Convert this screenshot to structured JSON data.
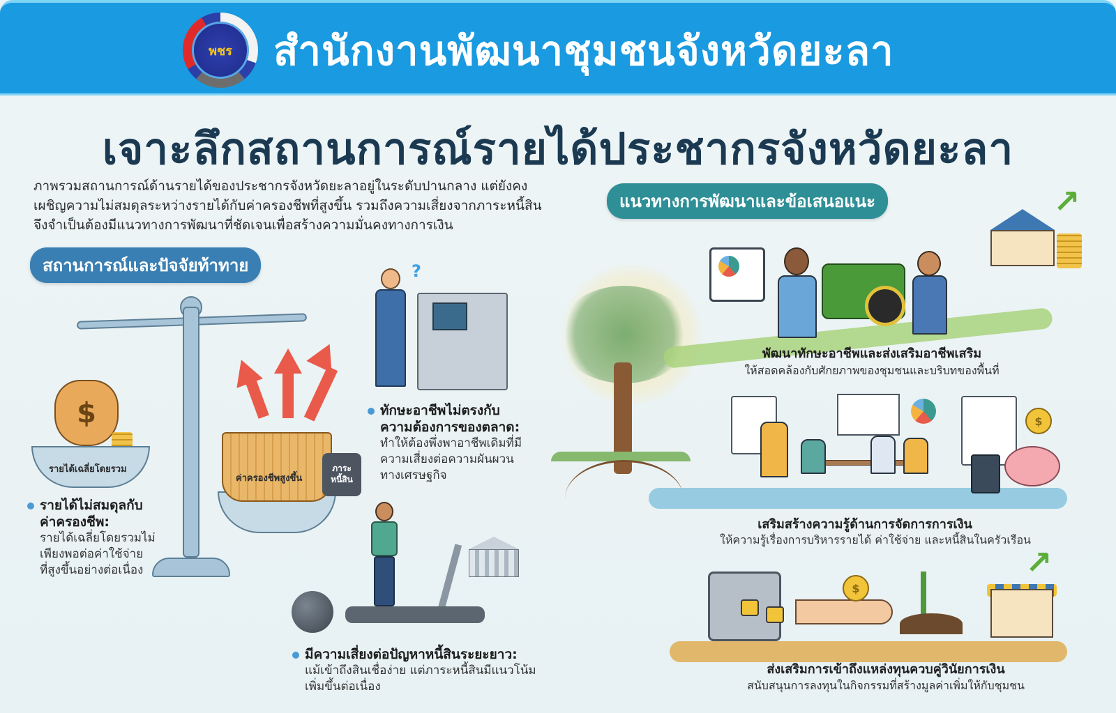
{
  "header": {
    "logo_text": "พชร",
    "title": "สำนักงานพัฒนาชุมชนจังหวัดยะลา",
    "background_color": "#1a9ae0"
  },
  "main_title": "เจาะลึกสถานการณ์รายได้ประชากรจังหวัดยะลา",
  "intro": {
    "lines": [
      "ภาพรวมสถานการณ์ด้านรายได้ของประชากรจังหวัดยะลาอยู่ในระดับปานกลาง แต่ยังคง",
      "เผชิญความไม่สมดุลระหว่างรายได้กับค่าครองชีพที่สูงขึ้น รวมถึงความเสี่ยงจากภาระหนี้สิน",
      "จึงจำเป็นต้องมีแนวทางการพัฒนาที่ชัดเจนเพื่อสร้างความมั่นคงทางการเงิน"
    ]
  },
  "left_section": {
    "heading": "สถานการณ์และปัจจัยท้าทาย",
    "heading_color": "#3a7fb3",
    "illustration_labels": {
      "income_pan": "รายได้เฉลี่ยโดยรวม",
      "cost_basket": "ค่าครองชีพสูงขึ้น",
      "debt_weight_line1": "ภาระ",
      "debt_weight_line2": "หนี้สิน",
      "question_mark": "?",
      "money_symbol": "$"
    },
    "challenges": [
      {
        "title_lines": [
          "รายได้ไม่สมดุลกับ",
          "ค่าครองชีพ:"
        ],
        "text_lines": [
          "รายได้เฉลี่ยโดยรวมไม่",
          "เพียงพอต่อค่าใช้จ่าย",
          "ที่สูงขึ้นอย่างต่อเนื่อง"
        ]
      },
      {
        "title_lines": [
          "ทักษะอาชีพไม่ตรงกับ",
          "ความต้องการของตลาด:"
        ],
        "text_lines": [
          "ทำให้ต้องพึ่งพาอาชีพเดิมที่มี",
          "ความเสี่ยงต่อความผันผวน",
          "ทางเศรษฐกิจ"
        ]
      },
      {
        "title_lines": [
          "มีความเสี่ยงต่อปัญหาหนี้สินระยะยาว:"
        ],
        "text_lines": [
          "แม้เข้าถึงสินเชื่อง่าย แต่ภาระหนี้สินมีแนวโน้ม",
          "เพิ่มขึ้นต่อเนื่อง"
        ]
      }
    ]
  },
  "right_section": {
    "heading": "แนวทางการพัฒนาและข้อเสนอแนะ",
    "heading_color": "#2f8f96",
    "recommendations": [
      {
        "title": "พัฒนาทักษะอาชีพและส่งเสริมอาชีพเสริม",
        "text": "ให้สอดคล้องกับศักยภาพของชุมชนและบริบทของพื้นที่",
        "path_color": "#a9d27d"
      },
      {
        "title": "เสริมสร้างความรู้ด้านการจัดการการเงิน",
        "text": "ให้ความรู้เรื่องการบริหารรายได้ ค่าใช้จ่าย และหนี้สินในครัวเรือน",
        "path_color": "#8dc6df"
      },
      {
        "title": "ส่งเสริมการเข้าถึงแหล่งทุนควบคู่วินัยการเงิน",
        "text": "สนับสนุนการลงทุนในกิจกรรมที่สร้างมูลค่าเพิ่มให้กับชุมชน",
        "path_color": "#e0b05d"
      }
    ],
    "icons": {
      "coin_symbol": "$",
      "trend_arrow": "↗"
    }
  }
}
